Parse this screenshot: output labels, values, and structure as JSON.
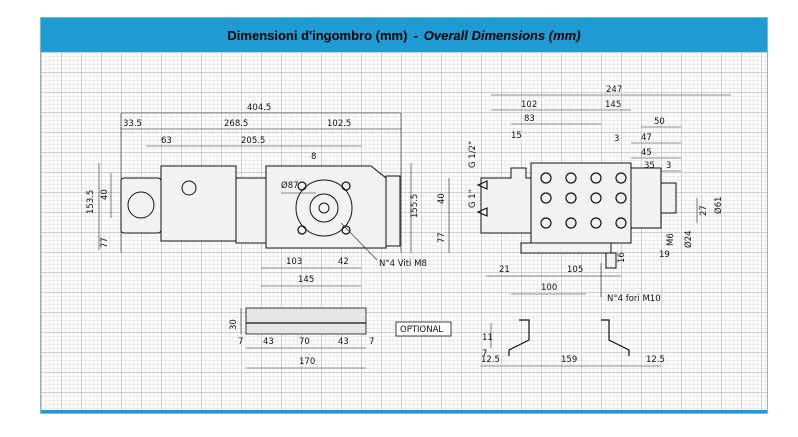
{
  "banner": {
    "title_it": "Dimensioni d'ingombro (mm)",
    "separator": "-",
    "title_en": "Overall Dimensions (mm)"
  },
  "side_view": {
    "top_total": "404.5",
    "seg_left": "33.5",
    "seg_mid": "268.5",
    "seg_right": "102.5",
    "seg_63": "63",
    "seg_205": "205.5",
    "seg_8": "8",
    "left_height_total": "153.5",
    "left_40": "40",
    "left_77": "77",
    "right_height": "155.5",
    "diam_87": "Ø87",
    "bottom_103": "103",
    "bottom_42": "42",
    "bottom_145": "145",
    "screws_note": "N°4 Viti M8"
  },
  "front_view": {
    "top_total": "247",
    "d102": "102",
    "d145": "145",
    "d83": "83",
    "d50": "50",
    "d15": "15",
    "d3a": "3",
    "d47": "47",
    "d45": "45",
    "d35": "35",
    "d3b": "3",
    "thread_top": "G 1/2\"",
    "thread_mid": "G 1\"",
    "left_40": "40",
    "left_77": "77",
    "d27": "27",
    "dia61": "Ø61",
    "m6": "M6",
    "dia24": "Ø24",
    "d19": "19",
    "d16": "16",
    "d21": "21",
    "d105": "105",
    "d100": "100",
    "holes_note": "N°4 fori M10"
  },
  "base_plate": {
    "h30": "30",
    "d7a": "7",
    "d43a": "43",
    "d70": "70",
    "d43b": "43",
    "d7b": "7",
    "d170": "170",
    "optional_label": "OPTIONAL"
  },
  "brackets": {
    "h11": "11",
    "h7": "7",
    "d125a": "12.5",
    "d159": "159",
    "d125b": "12.5"
  }
}
